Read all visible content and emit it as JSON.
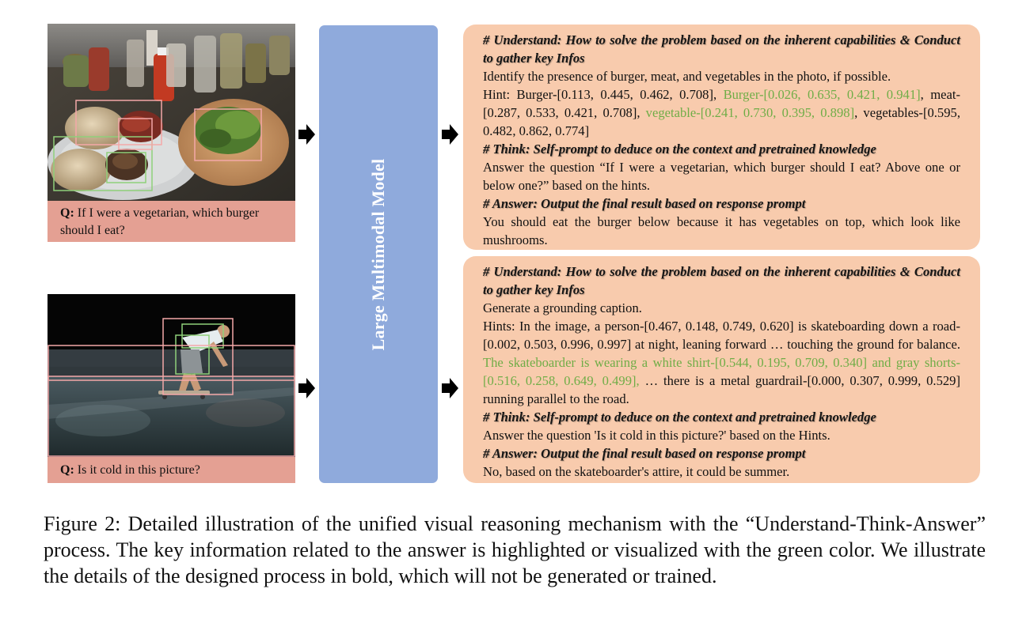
{
  "examples": [
    {
      "question_label": "Q:",
      "question_text": " If I were a vegetarian, which burger should I eat?"
    },
    {
      "question_label": "Q:",
      "question_text": " Is it cold in this picture?"
    }
  ],
  "model": {
    "label": "Large Multimodal Model"
  },
  "panels": [
    {
      "understand_header": "# Understand: How to solve the problem based on the inherent capabilities & Conduct to gather key Infos",
      "understand_text": "Identify the presence of burger, meat, and vegetables in the photo, if possible.",
      "hint_a": "Hint: Burger-[0.113, 0.445, 0.462, 0.708], ",
      "hint_b": "Burger-[0.026, 0.635, 0.421, 0.941]",
      "hint_c": ", meat-[0.287, 0.533, 0.421, 0.708], ",
      "hint_d": "vegetable-[0.241, 0.730, 0.395, 0.898]",
      "hint_e": ", vegetables-[0.595, 0.482, 0.862, 0.774]",
      "think_header": "# Think: Self-prompt to deduce on the context and pretrained knowledge",
      "think_text": "Answer the question “If I were a vegetarian, which burger should I eat? Above one or below one?” based on the hints.",
      "answer_header": "# Answer: Output the final result based on response prompt",
      "answer_text": "You should eat the burger below because it has vegetables on top, which look like mushrooms."
    },
    {
      "understand_header": "# Understand: How to solve the problem based on the inherent capabilities & Conduct to gather key Infos",
      "understand_text": "Generate a grounding caption.",
      "hint_a": "Hints: In the image, a person-[0.467, 0.148, 0.749, 0.620] is skateboarding down a road-[0.002, 0.503, 0.996, 0.997] at night, leaning forward … touching the ground for balance. ",
      "hint_b": "The skateboarder is wearing a white shirt-[0.544, 0.195, 0.709, 0.340] and gray shorts-[0.516, 0.258, 0.649, 0.499],",
      "hint_c": " … there is a metal guardrail-[0.000, 0.307, 0.999, 0.529] running parallel to the road.",
      "think_header": "# Think: Self-prompt to deduce on the context and pretrained knowledge",
      "think_text": "Answer the question 'Is it cold in this picture?' based on the Hints.",
      "answer_header": "# Answer: Output the final result based on response prompt",
      "answer_text": "No, based on the skateboarder's attire, it could be summer."
    }
  ],
  "caption": "Figure 2: Detailed illustration of the unified visual reasoning mechanism with the “Understand-Think-Answer” process. The key information related to the answer is highlighted or visualized with the green color. We illustrate the details of the designed process in bold, which will not be generated or trained.",
  "colors": {
    "model_bar": "#8faadc",
    "panel": "#f8cbad",
    "question_box": "#e4a093",
    "highlight_green": "#70ad47",
    "bbox_pink": "#f4a8a8"
  },
  "icons": [
    "arrow-right-icon"
  ]
}
